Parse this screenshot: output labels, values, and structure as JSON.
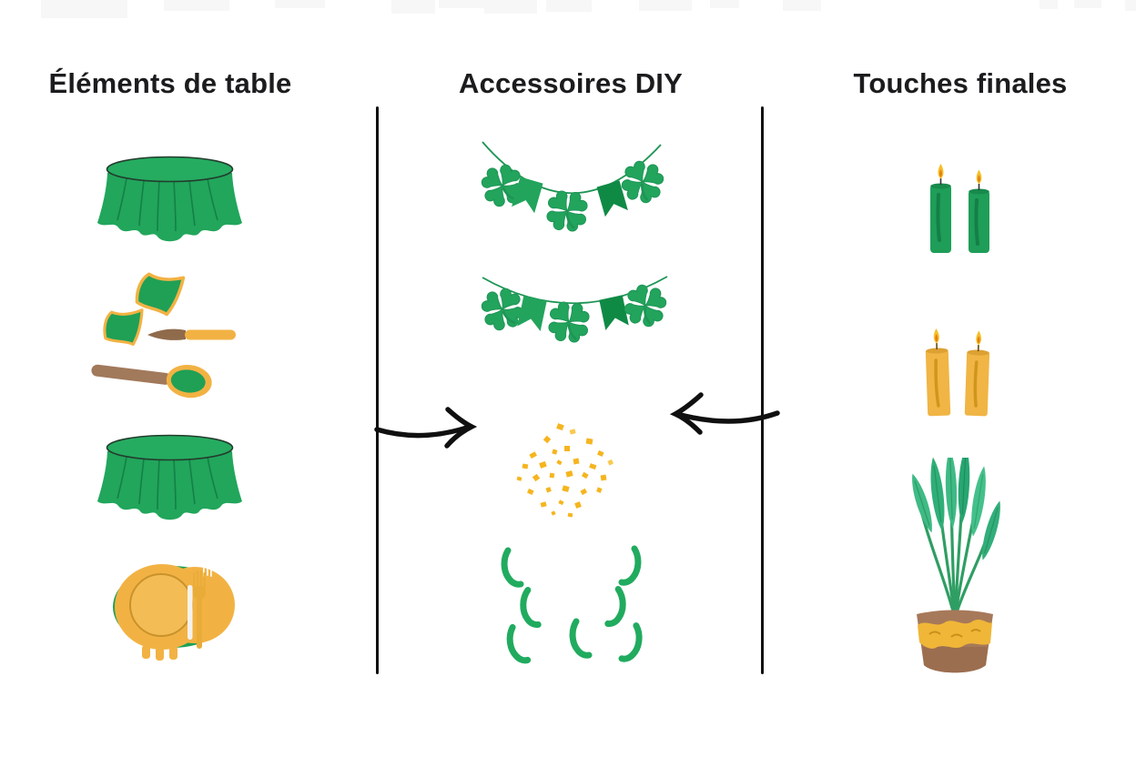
{
  "diagram": {
    "theme": "st-patricks-party-decor-guide",
    "columns": [
      {
        "id": "table-elements",
        "title": "Éléments de table",
        "items": [
          {
            "name": "round-table-with-green-tablecloth"
          },
          {
            "name": "green-napkins-paintbrush-and-painted-spoon"
          },
          {
            "name": "round-table-with-green-tablecloth"
          },
          {
            "name": "gold-and-green-place-setting-with-fork"
          }
        ]
      },
      {
        "id": "diy-accessories",
        "title": "Accessoires DIY",
        "items": [
          {
            "name": "shamrock-pennant-garland"
          },
          {
            "name": "shamrock-pennant-garland"
          },
          {
            "name": "gold-confetti"
          },
          {
            "name": "green-streamers"
          }
        ]
      },
      {
        "id": "final-touches",
        "title": "Touches finales",
        "items": [
          {
            "name": "two-green-lit-candles"
          },
          {
            "name": "two-gold-lit-candles"
          },
          {
            "name": "potted-green-plant-with-gold-band-pot"
          }
        ]
      }
    ],
    "connectors": [
      {
        "name": "arrow-left-to-center",
        "direction": "right"
      },
      {
        "name": "arrow-right-to-center",
        "direction": "left"
      }
    ],
    "colors": {
      "green": "#21A65B",
      "green_dark": "#0F8A45",
      "leaf_green": "#3FBA85",
      "gold": "#F2B243",
      "gold_confetti": "#F5B51F",
      "gold_dark": "#C9922B",
      "brown": "#A1795B",
      "pot_brown": "#A6795A",
      "flame_outer": "#F6C02B",
      "flame_inner": "#E2820F",
      "text": "#1C1C1E",
      "background": "#FFFFFF",
      "line": "#101010"
    }
  }
}
